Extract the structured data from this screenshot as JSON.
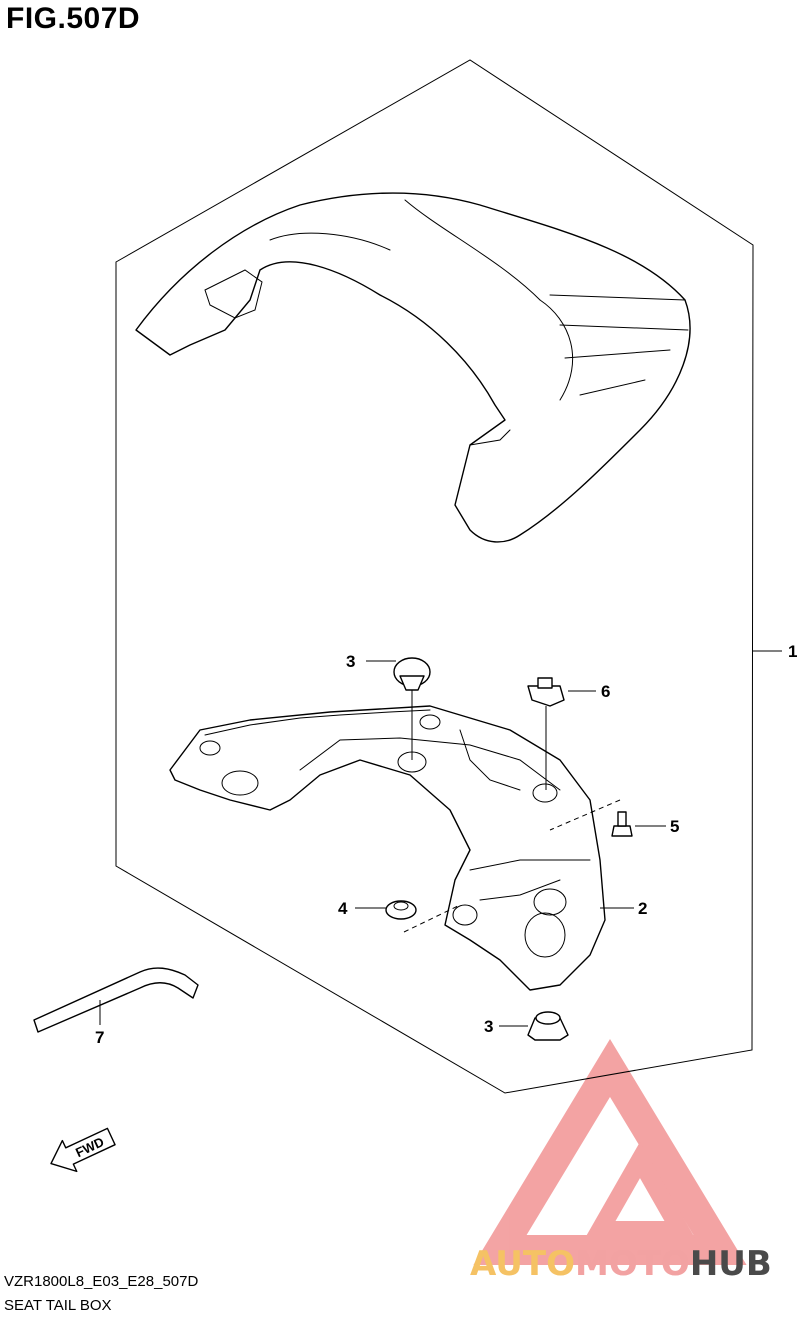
{
  "figure": {
    "title": "FIG.507D",
    "code": "VZR1800L8_E03_E28_507D",
    "name": "SEAT TAIL BOX"
  },
  "callouts": [
    {
      "id": "1"
    },
    {
      "id": "2"
    },
    {
      "id": "3"
    },
    {
      "id": "3"
    },
    {
      "id": "4"
    },
    {
      "id": "5"
    },
    {
      "id": "6"
    },
    {
      "id": "7"
    }
  ],
  "direction_arrow": "FWD",
  "watermark": {
    "part1": "AUTO",
    "part2": "MOTO",
    "part3": "HUB",
    "colors": {
      "auto": "#f5c264",
      "moto": "#f2a2a2",
      "hub": "#4a4a4a",
      "logo": "#f29a9a"
    }
  }
}
